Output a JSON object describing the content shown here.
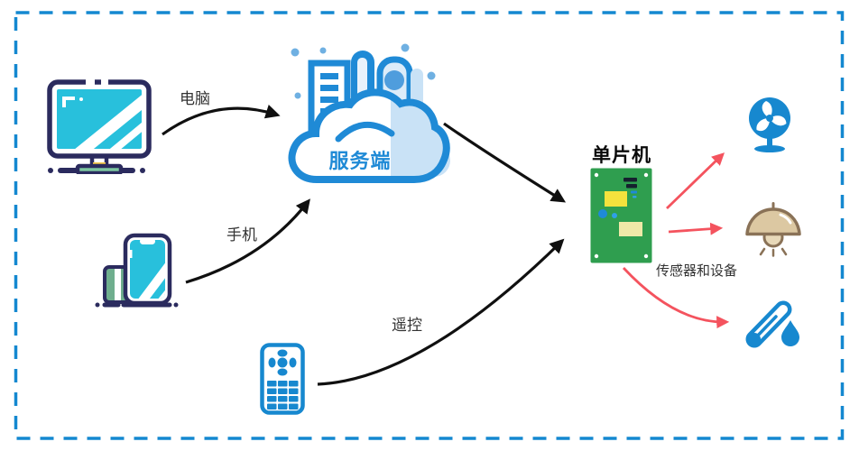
{
  "diagram": {
    "type": "iot-architecture",
    "nodes": {
      "computer": {
        "label": "电脑"
      },
      "phone": {
        "label": "手机"
      },
      "remote": {
        "label": "遥控"
      },
      "server": {
        "label": "服务端"
      },
      "mcu": {
        "label": "单片机"
      },
      "devices": {
        "label": "传感器和设备"
      },
      "fan": {
        "icon": "fan-icon"
      },
      "lamp": {
        "icon": "lamp-icon"
      },
      "thermometer": {
        "icon": "thermometer-icon"
      }
    },
    "edges": [
      {
        "from": "computer",
        "to": "server",
        "label": "电脑",
        "color": "#101010",
        "style": "curved-arrow"
      },
      {
        "from": "phone",
        "to": "server",
        "label": "手机",
        "color": "#101010",
        "style": "curved-arrow"
      },
      {
        "from": "remote",
        "to": "mcu",
        "label": "遥控",
        "color": "#101010",
        "style": "curved-arrow"
      },
      {
        "from": "server",
        "to": "mcu",
        "label": "",
        "color": "#101010",
        "style": "curved-arrow"
      },
      {
        "from": "mcu",
        "to": "fan",
        "label": "",
        "color": "#f4535e",
        "style": "straight-arrow"
      },
      {
        "from": "mcu",
        "to": "lamp",
        "label": "",
        "color": "#f4535e",
        "style": "straight-arrow"
      },
      {
        "from": "mcu",
        "to": "thermometer",
        "label": "",
        "color": "#f4535e",
        "style": "curved-arrow"
      }
    ],
    "colors": {
      "border_dash": "#1488d0",
      "accent_blue": "#1f8ad6",
      "icon_blue": "#1788cf",
      "screen_cyan": "#28c0dc",
      "outline_navy": "#2b2b5e",
      "pcb_green": "#2f9e4f",
      "base_green": "#7cc7a0",
      "book_green": "#6fae8e",
      "chip_yellow": "#f4e23d",
      "chip_pale_yellow": "#efe9a8",
      "red_arrow": "#f4535e",
      "black_arrow": "#101010",
      "lamp_tan": "#dcc8a2",
      "lamp_brown": "#8a7257",
      "cloud_light_blue": "#c9e2f6"
    }
  }
}
